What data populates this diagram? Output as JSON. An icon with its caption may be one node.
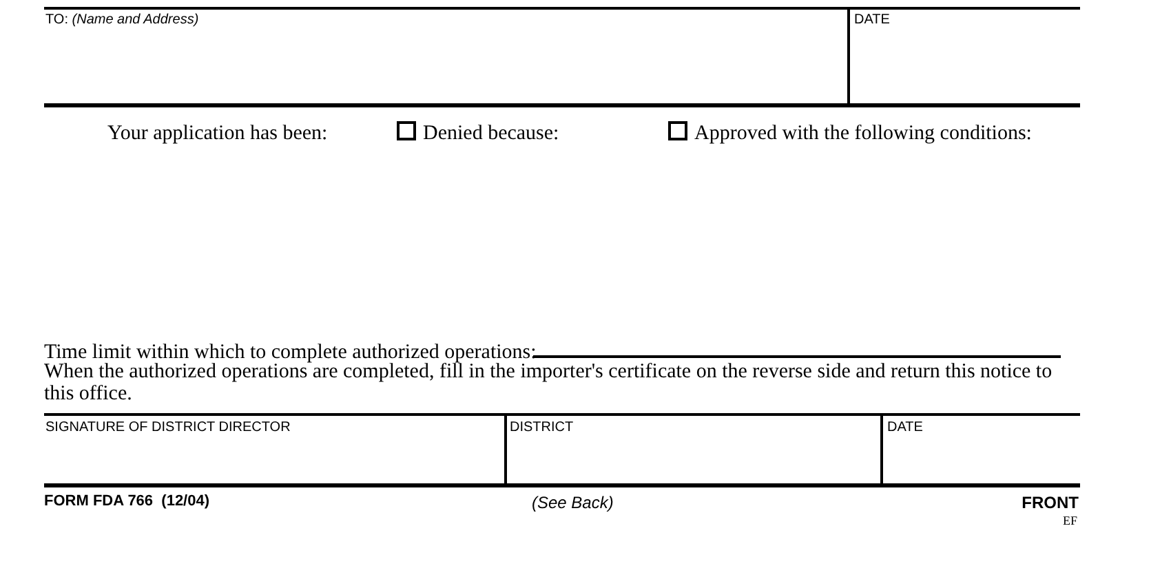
{
  "diagram": {
    "labels": [
      "TO: *(Name and Address)*",
      "DATE",
      "Your application has been:",
      "Denied because:",
      "Approved with the following conditions:",
      "Time limit within which to complete authorized operations:",
      "When the authorized operations are completed, fill in the importer's certificate on the reverse side and return this notice to this office.",
      "SIGNATURE OF DISTRICT DIRECTOR",
      "DISTRICT",
      "DATE",
      "FORM FDA 766  (12/04)",
      "(See Back)",
      "FRONT",
      "EF"
    ]
  }
}
